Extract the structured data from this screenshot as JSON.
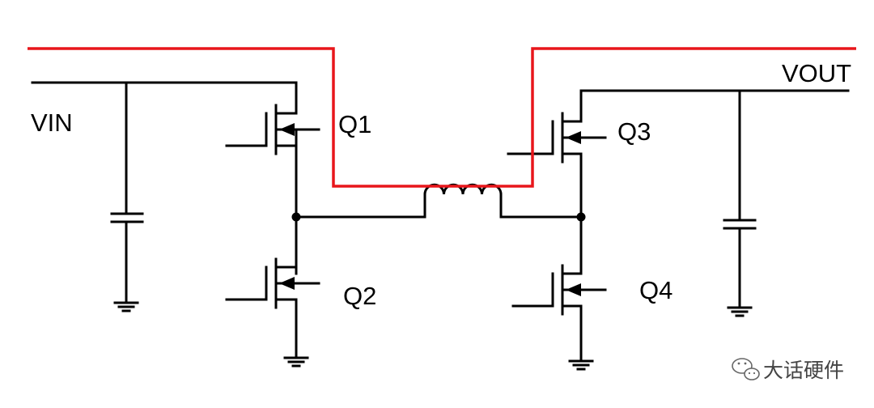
{
  "labels": {
    "vin": "VIN",
    "vout": "VOUT",
    "q1": "Q1",
    "q2": "Q2",
    "q3": "Q3",
    "q4": "Q4"
  },
  "watermark": {
    "text": "大话硬件",
    "icon": "wechat-icon"
  },
  "colors": {
    "current_path": "#e8161b",
    "wires": "#000000"
  }
}
